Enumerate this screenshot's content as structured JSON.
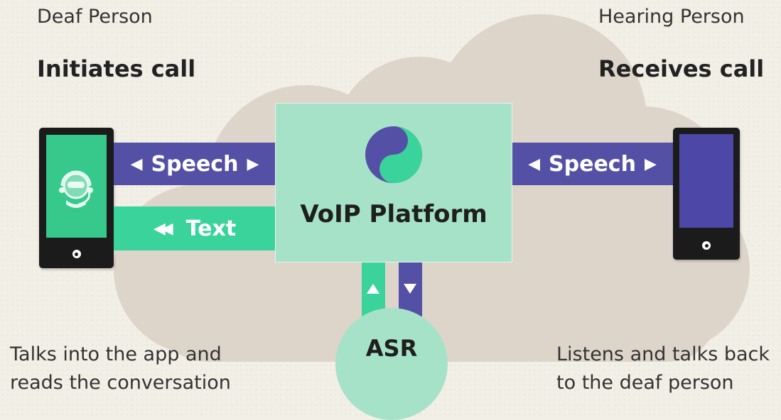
{
  "left": {
    "role": "Deaf Person",
    "action": "Initiates call",
    "description_line1": "Talks into the app and",
    "description_line2": "reads the conversation"
  },
  "right": {
    "role": "Hearing Person",
    "action": "Receives call",
    "description_line1": "Listens and talks back",
    "description_line2": "to the deaf person"
  },
  "platform": {
    "label": "VoIP Platform"
  },
  "asr": {
    "label": "ASR"
  },
  "links": {
    "left_speech": "Speech",
    "left_text": "Text",
    "right_speech": "Speech"
  },
  "colors": {
    "background": "#f2efe6",
    "cloud": "#ddd5ca",
    "platform": "#a6e2c8",
    "speech_band": "#5450a6",
    "text_band": "#3ad39c",
    "phone_body": "#1b1b1b",
    "left_screen": "#37c98c",
    "right_screen": "#4d48a8"
  },
  "icons": {
    "platform_logo": "swirl-logo-icon",
    "left_phone_app": "headset-avatar-icon"
  }
}
